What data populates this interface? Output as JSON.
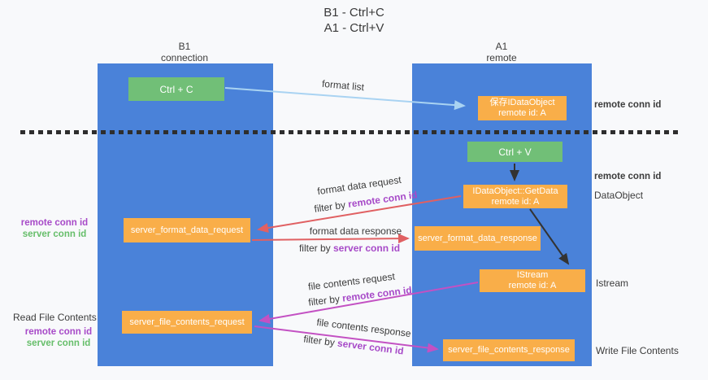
{
  "title": {
    "line1": "B1 - Ctrl+C",
    "line2": "A1 - Ctrl+V"
  },
  "lanes": {
    "b1": {
      "name": "B1",
      "subtitle": "connection"
    },
    "a1": {
      "name": "A1",
      "subtitle": "remote"
    }
  },
  "nodes": {
    "ctrl_c": {
      "label": "Ctrl + C"
    },
    "save_idataobject": {
      "line1": "保存IDataObject",
      "line2": "remote id: A"
    },
    "ctrl_v": {
      "label": "Ctrl + V"
    },
    "getdata": {
      "line1": "IDataObject::GetData",
      "line2": "remote id: A"
    },
    "format_request": {
      "label": "server_format_data_request"
    },
    "format_response": {
      "label": "server_format_data_response"
    },
    "istream": {
      "line1": "IStream",
      "line2": "remote id: A"
    },
    "file_request": {
      "label": "server_file_contents_request"
    },
    "file_response": {
      "label": "server_file_contents_response"
    }
  },
  "flows": {
    "format_list": {
      "label": "format list"
    },
    "format_data_request": {
      "label": "format data request",
      "filter_prefix": "filter by",
      "filter_key": "remote conn id"
    },
    "format_data_response": {
      "label": "format data response",
      "filter_prefix": "filter by",
      "filter_key": "server conn id"
    },
    "file_contents_request": {
      "label": "file contents request",
      "filter_prefix": "filter by",
      "filter_key": "remote conn id"
    },
    "file_contents_response": {
      "label": "file contents response",
      "filter_prefix": "filter by",
      "filter_key": "server conn id"
    }
  },
  "side_labels": {
    "right_top_remote_conn_id": "remote conn id",
    "right_mid_remote_conn_id": "remote conn id",
    "dataobject": "DataObject",
    "istream": "Istream",
    "write_file_contents": "Write File Contents",
    "left_remote_conn_id_1": "remote conn id",
    "left_server_conn_id_1": "server conn id",
    "read_file_contents": "Read File Contents",
    "left_remote_conn_id_2": "remote conn id",
    "left_server_conn_id_2": "server conn id"
  },
  "colors": {
    "lane_blue": "#4a82d9",
    "node_green": "#71bf77",
    "node_orange": "#f9ae49",
    "arrow_red": "#e06062",
    "arrow_magenta": "#c351c3",
    "arrow_light_blue": "#a9d3f2",
    "arrow_black": "#333333",
    "label_purple": "#a74ac8",
    "label_green": "#66be6a",
    "divider_black": "#2e2e2e",
    "canvas_bg": "#f8f9fb"
  }
}
